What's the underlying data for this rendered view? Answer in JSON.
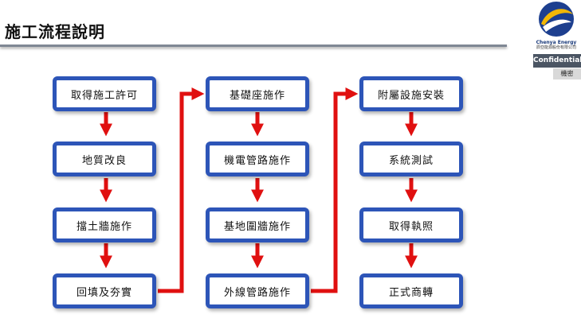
{
  "header": {
    "title": "施工流程說明",
    "brand_name": "Chenya Energy",
    "brand_sub": "辰亞能源股份有限公司",
    "confidential_label": "Confidential",
    "secret_label": "機密"
  },
  "colors": {
    "box_border": "#2d55b8",
    "arrow": "#e01010",
    "rule": "#7f8794"
  },
  "flow": {
    "columns": [
      [
        "取得施工許可",
        "地質改良",
        "擋土牆施作",
        "回填及夯實"
      ],
      [
        "基礎座施作",
        "機電管路施作",
        "基地圍牆施作",
        "外線管路施作"
      ],
      [
        "附屬設施安裝",
        "系統測試",
        "取得執照",
        "正式商轉"
      ]
    ]
  }
}
